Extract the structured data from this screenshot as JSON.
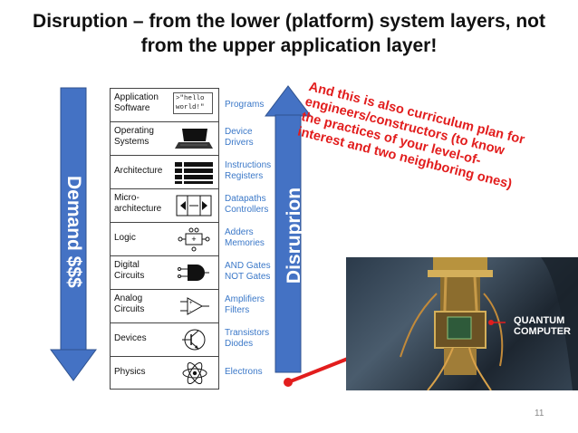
{
  "title": {
    "line1": "Disruption – from the lower (platform) system layers, not",
    "line2": "from the upper application layer!"
  },
  "left_arrow": {
    "label": "Demand $$$",
    "color": "#4472c4"
  },
  "right_arrow": {
    "label": "Disruprion",
    "color": "#4472c4"
  },
  "layers": [
    {
      "name": [
        "Application",
        "Software"
      ],
      "icon": "hello-world-code-icon",
      "examples": [
        "Programs"
      ]
    },
    {
      "name": [
        "Operating",
        "Systems"
      ],
      "icon": "laptop-icon",
      "examples": [
        "Device",
        "Drivers"
      ]
    },
    {
      "name": [
        "Architecture"
      ],
      "icon": "instruction-table-icon",
      "examples": [
        "Instructions",
        "Registers"
      ]
    },
    {
      "name": [
        "Micro-",
        "architecture"
      ],
      "icon": "datapath-icon",
      "examples": [
        "Datapaths",
        "Controllers"
      ]
    },
    {
      "name": [
        "Logic"
      ],
      "icon": "adder-icon",
      "examples": [
        "Adders",
        "Memories"
      ]
    },
    {
      "name": [
        "Digital",
        "Circuits"
      ],
      "icon": "and-gate-icon",
      "examples": [
        "AND Gates",
        "NOT Gates"
      ]
    },
    {
      "name": [
        "Analog",
        "Circuits"
      ],
      "icon": "amplifier-icon",
      "examples": [
        "Amplifiers",
        "Filters"
      ]
    },
    {
      "name": [
        "Devices"
      ],
      "icon": "transistor-icon",
      "examples": [
        "Transistors",
        "Diodes"
      ]
    },
    {
      "name": [
        "Physics"
      ],
      "icon": "atom-icon",
      "examples": [
        "Electrons"
      ]
    }
  ],
  "hello_text": [
    ">\"hello",
    "world!\""
  ],
  "callout": {
    "lines": [
      "And this is also curriculum plan for",
      "engineers/constructors (to know",
      "the practices of your level-of-",
      "interest and two neighboring ones)"
    ],
    "color": "#e21d1d"
  },
  "photo": {
    "label": [
      "QUANTUM",
      "COMPUTER"
    ]
  },
  "page_number": "11"
}
